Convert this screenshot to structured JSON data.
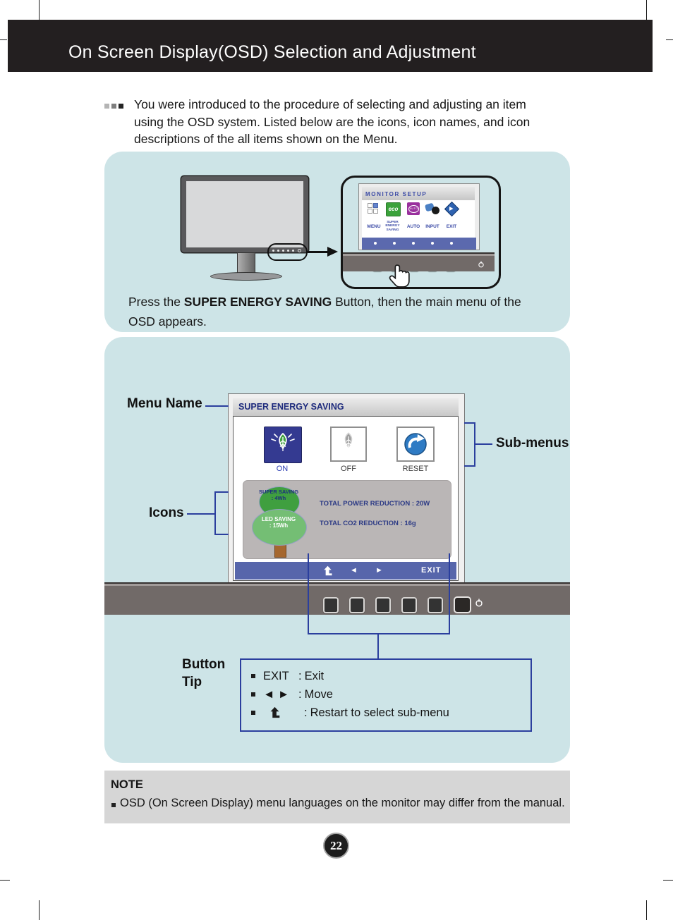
{
  "page": {
    "title": "On Screen Display(OSD) Selection and Adjustment",
    "page_number": "22"
  },
  "intro": {
    "lines": [
      "You were introduced to the procedure of selecting and adjusting an item",
      "using the OSD system. Listed below are the icons, icon names, and icon",
      "descriptions of the all items shown on the Menu."
    ]
  },
  "box1": {
    "press": {
      "prefix": "Press the ",
      "bold": "SUPER ENERGY SAVING",
      "rest": " Button, then the main menu of the",
      "line2": "OSD appears."
    },
    "monitor_setup": {
      "title": "MONITOR SETUP",
      "items": [
        {
          "label": "MENU"
        },
        {
          "label": "SUPER ENERGY SAVING"
        },
        {
          "label": "AUTO"
        },
        {
          "label": "INPUT"
        },
        {
          "label": "EXIT"
        }
      ],
      "eco_icon_text": "eco",
      "auto_icon_text": "AUTO"
    }
  },
  "box2": {
    "labels": {
      "menu_name": "Menu Name",
      "sub_menus": "Sub-menus",
      "icons": "Icons",
      "button_tip_line1": "Button",
      "button_tip_line2": "Tip"
    },
    "osd": {
      "title": "SUPER ENERGY SAVING",
      "submenus": [
        {
          "label": "ON"
        },
        {
          "label": "OFF"
        },
        {
          "label": "RESET"
        }
      ],
      "tree": {
        "top_name": "SUPER SAVING",
        "top_value": ": 4Wh",
        "bottom_name": "LED SAVING",
        "bottom_value": ": 15Wh"
      },
      "stats": [
        {
          "text": "TOTAL POWER REDUCTION : 20W"
        },
        {
          "text": "TOTAL CO2 REDUCTION : 16g"
        }
      ],
      "footer_left": "◄",
      "footer_right": "►",
      "footer_exit": "EXIT"
    },
    "tips_sep": ":",
    "tips": [
      {
        "term": "EXIT",
        "desc": "Exit"
      },
      {
        "term": "◄ ►",
        "desc": "Move"
      },
      {
        "term": "",
        "desc": "Restart to select sub-menu"
      }
    ]
  },
  "note": {
    "heading": "NOTE",
    "text": "OSD (On Screen Display) menu languages on the monitor may differ from the manual."
  },
  "colors": {
    "header_black": "#231f20",
    "panel_blue": "#cde4e7",
    "accent_navy": "#2b3f9e",
    "osd_bar_blue": "#5766ab",
    "bezel_gray": "#716a68",
    "note_gray": "#d6d6d6",
    "eco_green": "#3f9f3f",
    "leaf_green_light": "#74be74"
  }
}
